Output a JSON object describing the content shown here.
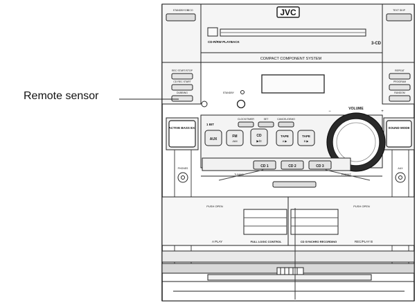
{
  "callout": {
    "label": "Remote sensor"
  },
  "device": {
    "brand": "JVC",
    "cd_playback": "CD-R/RW PLAYBACK",
    "three_cd": "3-CD",
    "system_name": "COMPACT COMPONENT SYSTEM",
    "standby_text": "STANDBY",
    "top_left_label": "STANDBY/ON",
    "top_left_sub": "ECO",
    "top_right_label": "TEXT SKIP",
    "active_bass_label": "ACTIVE BASS EX.",
    "sound_mode_label": "SOUND MODE",
    "phones_label": "PHONES",
    "aux_jack_label": "AUX",
    "volume_label": "VOLUME",
    "volume_minus": "−",
    "volume_plus": "+",
    "one_bit_label": "1 BIT",
    "left_buttons": [
      "REC START/STOP",
      "CD REC START",
      "DUBBING"
    ],
    "right_buttons": [
      "REPEAT",
      "PROGRAM",
      "RANDOM"
    ],
    "small_keys": [
      "CLOCK/TIMER",
      "SET",
      "CANCEL/DEMO"
    ],
    "source_buttons": [
      {
        "top": "AUX",
        "bottom": ""
      },
      {
        "top": "FM",
        "bottom": "/AM"
      },
      {
        "top": "CD",
        "bottom": "▶/II"
      },
      {
        "top": "TAPE",
        "bottom": "A ▶"
      },
      {
        "top": "TAPE",
        "bottom": "B ▶"
      }
    ],
    "cd_buttons": [
      "CD 1",
      "CD 2",
      "CD 3"
    ],
    "tuning_left": "TUNING",
    "tuning_right": "PRESET",
    "push_open": "PUSH OPEN",
    "deck_a": "A PLAY",
    "deck_b": "REC/PLAY B",
    "deck_center_left": "FULL LOGIC CONTROL",
    "deck_center_right": "CD SYNCHRO RECORDING"
  },
  "colors": {
    "line": "#222222",
    "panel": "#f4f4f4",
    "button": "#e6e6e6",
    "dark": "#2a2a2a"
  }
}
